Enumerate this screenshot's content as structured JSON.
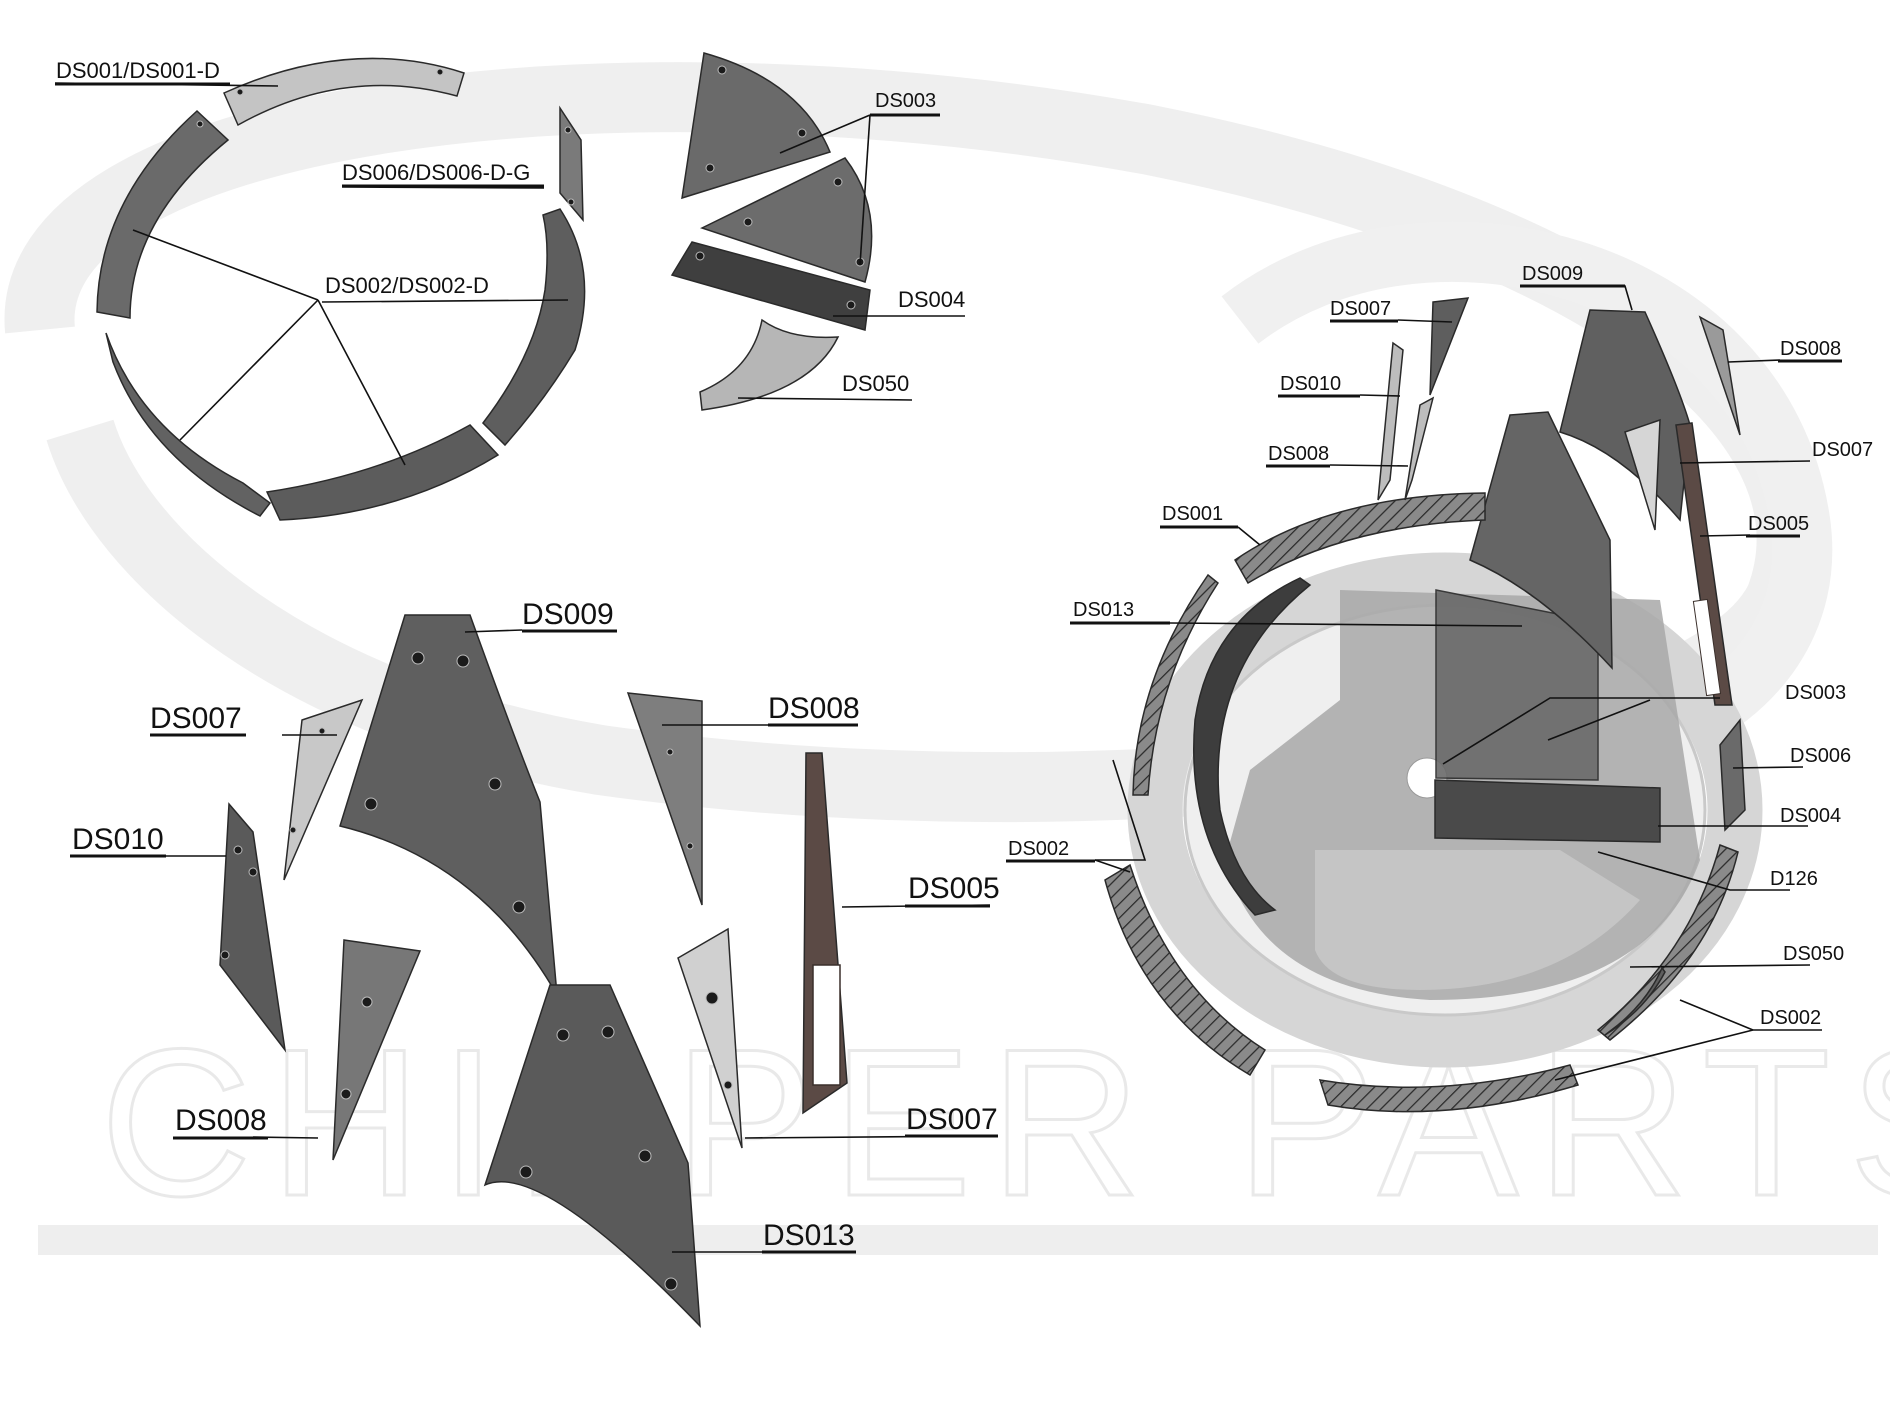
{
  "watermark": {
    "text": "CHIPPER PARTS"
  },
  "colors": {
    "dark_part": "#5f5f5f",
    "darker_part": "#3f3f3f",
    "mid_part": "#7d7d7d",
    "light_part": "#c4c4c4",
    "brown_part": "#5b4a45",
    "frame": "#dedede",
    "watermark": "#ececec"
  },
  "labels": [
    "DS001/DS001-D",
    "DS006/DS006-D-G",
    "DS002/DS002-D",
    "DS003",
    "DS004",
    "DS050",
    "DS009",
    "DS007",
    "DS008",
    "DS010",
    "DS005",
    "DS007",
    "DS008",
    "DS013",
    "DS009",
    "DS007",
    "DS010",
    "DS008",
    "DS008",
    "DS007",
    "DS001",
    "DS005",
    "DS013",
    "DS003",
    "DS006",
    "DS004",
    "DS002",
    "D126",
    "DS050",
    "DS002"
  ]
}
